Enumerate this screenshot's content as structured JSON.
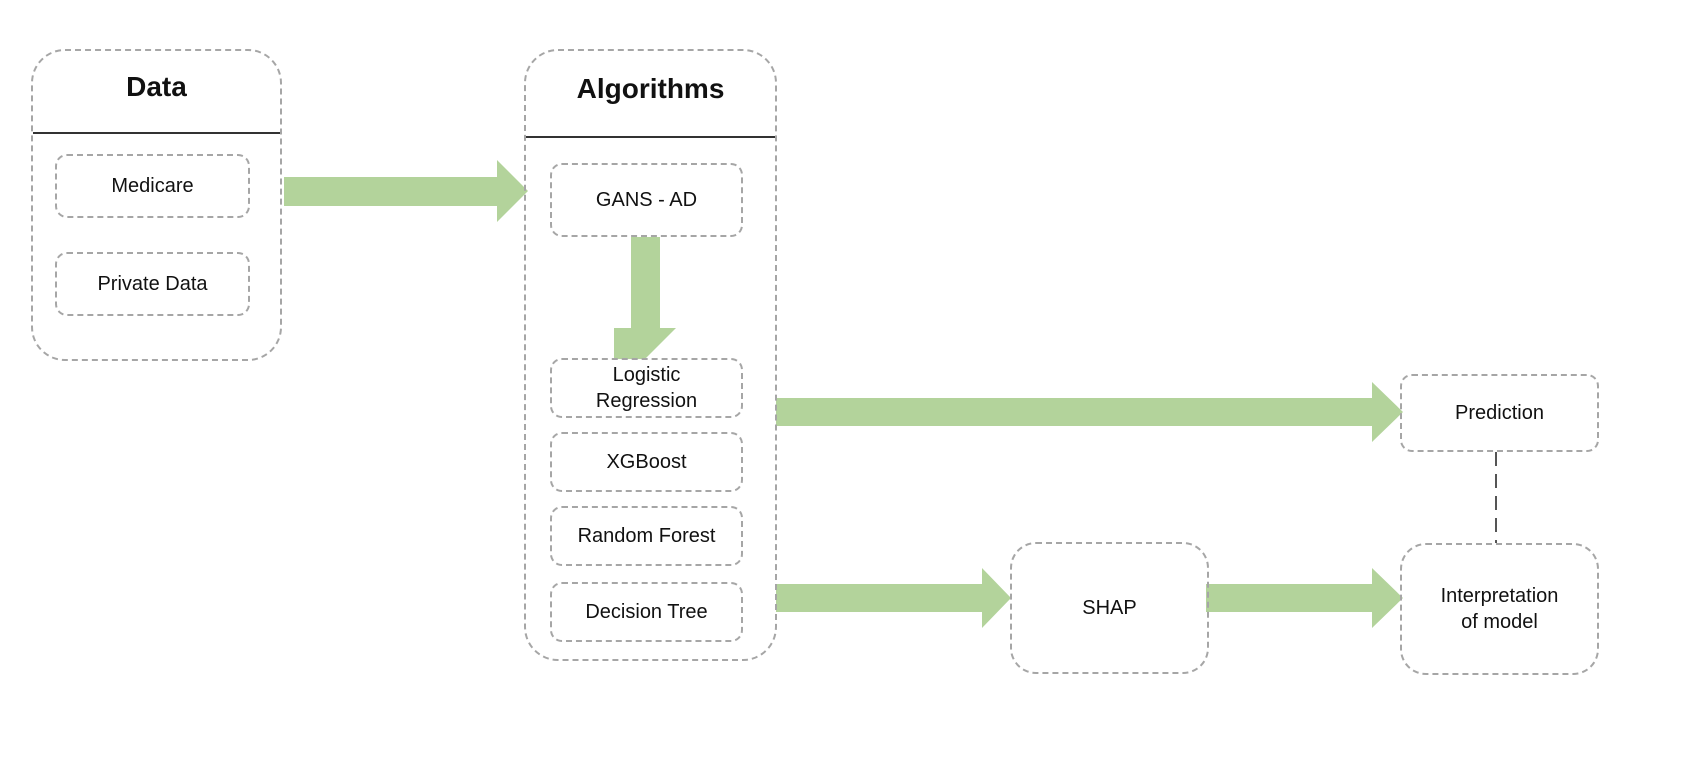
{
  "diagram": {
    "data_group": {
      "title": "Data",
      "items": [
        "Medicare",
        "Private Data"
      ]
    },
    "algorithms_group": {
      "title": "Algorithms",
      "top_item": "GANS - AD",
      "items": [
        "Logistic Regression",
        "XGBoost",
        "Random Forest",
        "Decision Tree"
      ]
    },
    "prediction": "Prediction",
    "shap": "SHAP",
    "interpretation": "Interpretation of model",
    "colors": {
      "arrow": "#b3d39b",
      "dashed_border": "#a6a6a6",
      "rule": "#333333"
    }
  }
}
